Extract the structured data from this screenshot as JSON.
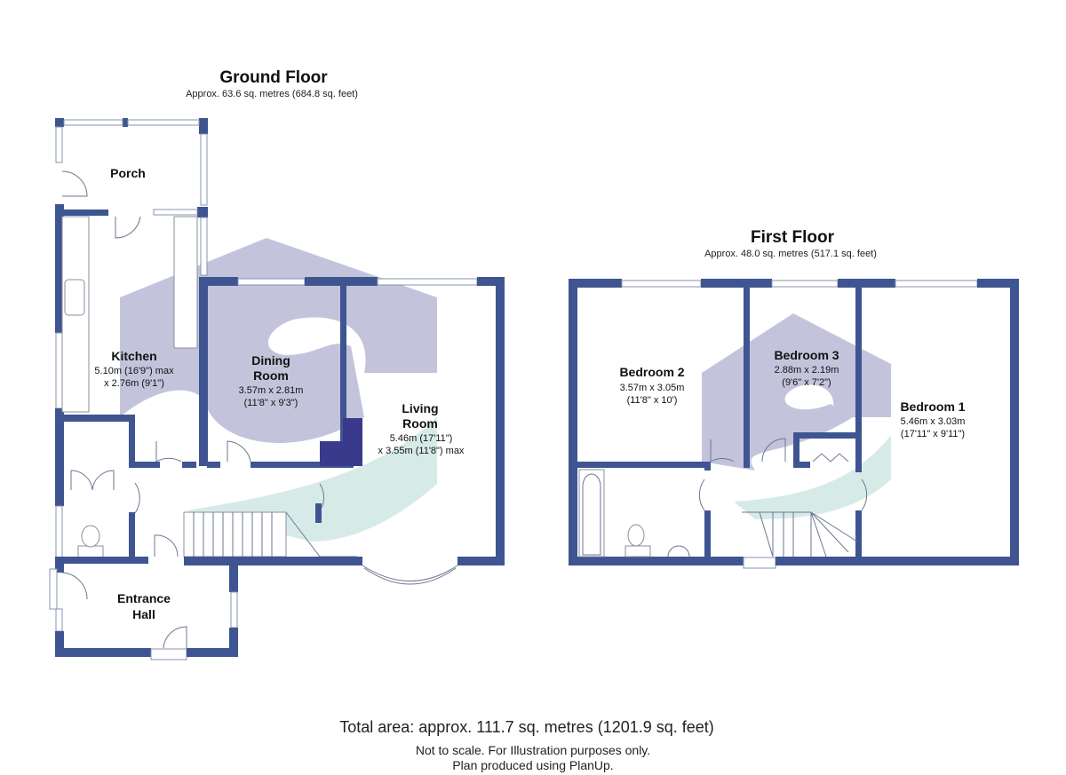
{
  "ground_floor": {
    "title": "Ground Floor",
    "area": "Approx.  63.6 sq. metres (684.8 sq. feet)",
    "rooms": {
      "porch": {
        "name": "Porch"
      },
      "kitchen": {
        "name": "Kitchen",
        "dim1": "5.10m (16'9\") max",
        "dim2": "x 2.76m (9'1\")"
      },
      "dining": {
        "name1": "Dining",
        "name2": "Room",
        "dim1": "3.57m x 2.81m",
        "dim2": "(11'8\" x 9'3\")"
      },
      "living": {
        "name1": "Living",
        "name2": "Room",
        "dim1": "5.46m (17'11\")",
        "dim2": "x 3.55m (11'8\") max"
      },
      "entrance": {
        "name1": "Entrance",
        "name2": "Hall"
      }
    }
  },
  "first_floor": {
    "title": "First Floor",
    "area": "Approx.  48.0 sq. metres (517.1 sq. feet)",
    "rooms": {
      "bedroom2": {
        "name": "Bedroom 2",
        "dim1": "3.57m x 3.05m",
        "dim2": "(11'8\" x 10')"
      },
      "bedroom3": {
        "name": "Bedroom 3",
        "dim1": "2.88m x 2.19m",
        "dim2": "(9'6\" x 7'2\")"
      },
      "bedroom1": {
        "name": "Bedroom 1",
        "dim1": "5.46m x 3.03m",
        "dim2": "(17'11\" x 9'11\")"
      }
    }
  },
  "footer": {
    "total": "Total area: approx. 111.7 sq. metres (1201.9 sq. feet)",
    "note1": "Not to scale. For Illustration purposes only.",
    "note2": "Plan produced using PlanUp."
  },
  "colors": {
    "wall": "#3f5591",
    "chimney": "#3a3a8c",
    "watermark": "#b9bad6",
    "watermark_accent": "#cfe7e4"
  }
}
